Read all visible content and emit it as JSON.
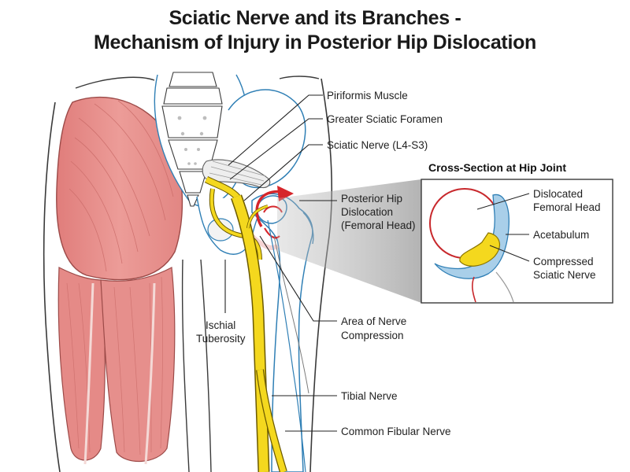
{
  "title": {
    "line1": "Sciatic Nerve and its Branches -",
    "line2": "Mechanism of Injury in Posterior Hip Dislocation"
  },
  "labels": {
    "piriformis": "Piriformis Muscle",
    "foramen": "Greater Sciatic Foramen",
    "sciatic": "Sciatic Nerve (L4-S3)",
    "dislocation_1": "Posterior Hip",
    "dislocation_2": "Dislocation",
    "dislocation_3": "(Femoral Head)",
    "compression_1": "Area of Nerve",
    "compression_2": "Compression",
    "ischial_1": "Ischial",
    "ischial_2": "Tuberosity",
    "tibial": "Tibial Nerve",
    "fibular": "Common Fibular Nerve"
  },
  "inset": {
    "heading": "Cross-Section at Hip Joint",
    "femoral_1": "Dislocated",
    "femoral_2": "Femoral Head",
    "acetabulum": "Acetabulum",
    "compressed_1": "Compressed",
    "compressed_2": "Sciatic Nerve"
  },
  "colors": {
    "muscle": "#e8918e",
    "bone_outline": "#2f7fb5",
    "nerve": "#f4d81e",
    "vessel": "#c8282c",
    "highlight": "#d6262b"
  }
}
